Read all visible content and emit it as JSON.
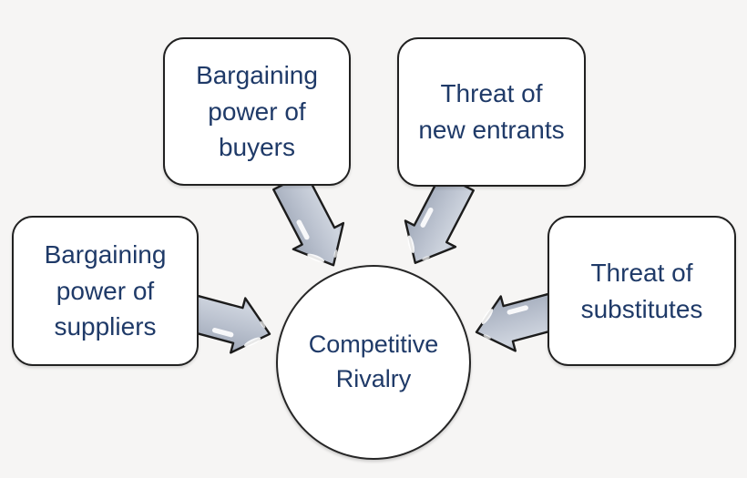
{
  "diagram": {
    "kind": "five-forces",
    "center": {
      "label": "Competitive\nRivalry"
    },
    "forces": [
      {
        "id": "buyers",
        "label": "Bargaining\npower of\nbuyers"
      },
      {
        "id": "new-entrants",
        "label": "Threat of\nnew entrants"
      },
      {
        "id": "suppliers",
        "label": "Bargaining\npower of\nsuppliers"
      },
      {
        "id": "substitutes",
        "label": "Threat of\nsubstitutes"
      }
    ],
    "colors": {
      "label_text": "#1f3a68",
      "shape_fill": "#ffffff",
      "shape_border": "#212121",
      "arrow_fill": "#b9c0cd",
      "arrow_highlight": "#ffffff",
      "background": "#f6f5f4"
    }
  }
}
